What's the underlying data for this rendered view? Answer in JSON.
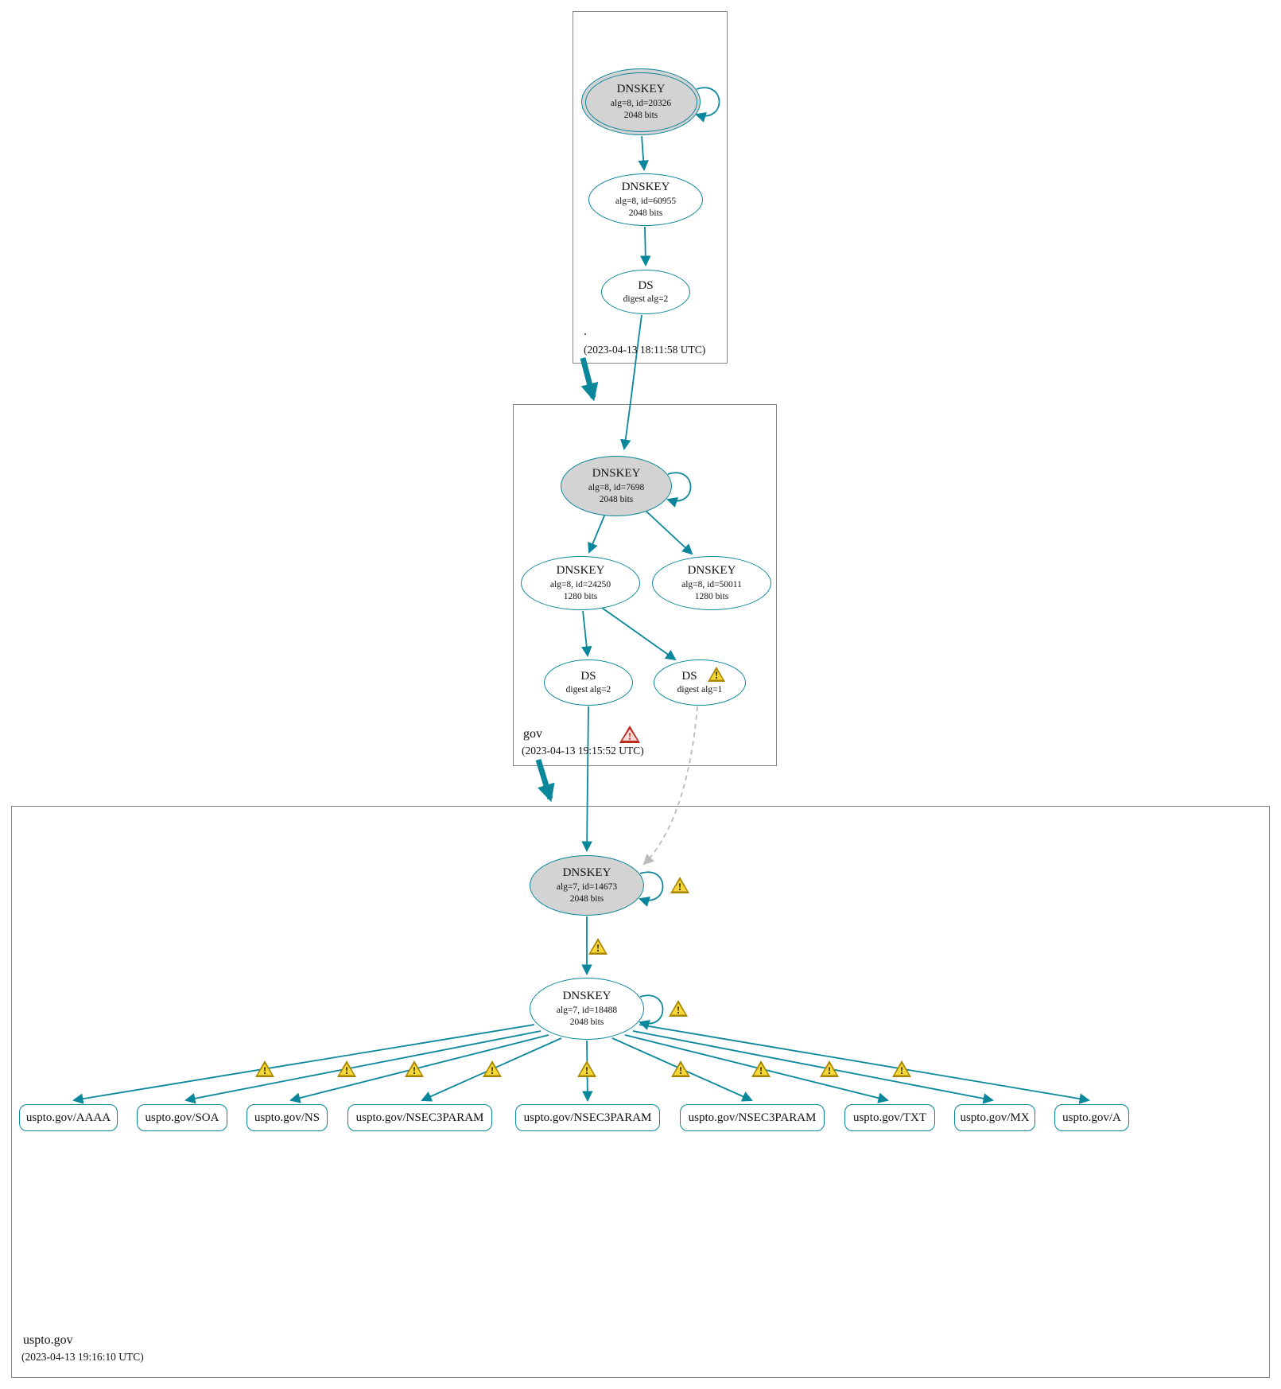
{
  "zones": {
    "root": {
      "name": ".",
      "timestamp": "(2023-04-13 18:11:58 UTC)",
      "nodes": {
        "ksk": {
          "title": "DNSKEY",
          "detail1": "alg=8, id=20326",
          "detail2": "2048 bits"
        },
        "zsk": {
          "title": "DNSKEY",
          "detail1": "alg=8, id=60955",
          "detail2": "2048 bits"
        },
        "ds": {
          "title": "DS",
          "detail1": "digest alg=2"
        }
      }
    },
    "gov": {
      "name": "gov",
      "timestamp": "(2023-04-13 19:15:52 UTC)",
      "nodes": {
        "ksk": {
          "title": "DNSKEY",
          "detail1": "alg=8, id=7698",
          "detail2": "2048 bits"
        },
        "zsk1": {
          "title": "DNSKEY",
          "detail1": "alg=8, id=24250",
          "detail2": "1280 bits"
        },
        "zsk2": {
          "title": "DNSKEY",
          "detail1": "alg=8, id=50011",
          "detail2": "1280 bits"
        },
        "ds2": {
          "title": "DS",
          "detail1": "digest alg=2"
        },
        "ds1": {
          "title": "DS",
          "detail1": "digest alg=1"
        }
      }
    },
    "uspto": {
      "name": "uspto.gov",
      "timestamp": "(2023-04-13 19:16:10 UTC)",
      "nodes": {
        "ksk": {
          "title": "DNSKEY",
          "detail1": "alg=7, id=14673",
          "detail2": "2048 bits"
        },
        "zsk": {
          "title": "DNSKEY",
          "detail1": "alg=7, id=18488",
          "detail2": "2048 bits"
        }
      },
      "rrsets": [
        {
          "label": "uspto.gov/AAAA"
        },
        {
          "label": "uspto.gov/SOA"
        },
        {
          "label": "uspto.gov/NS"
        },
        {
          "label": "uspto.gov/NSEC3PARAM"
        },
        {
          "label": "uspto.gov/NSEC3PARAM"
        },
        {
          "label": "uspto.gov/NSEC3PARAM"
        },
        {
          "label": "uspto.gov/TXT"
        },
        {
          "label": "uspto.gov/MX"
        },
        {
          "label": "uspto.gov/A"
        }
      ]
    }
  },
  "colors": {
    "secure": "#0a879a",
    "warning_fill": "#f7d83a",
    "warning_border": "#a88600",
    "error": "#bb2a1e",
    "ksk_fill": "#d3d3d3",
    "zone_border": "#848484"
  },
  "icons": {
    "warning": "yellow-triangle-exclamation",
    "error": "red-triangle-exclamation"
  }
}
